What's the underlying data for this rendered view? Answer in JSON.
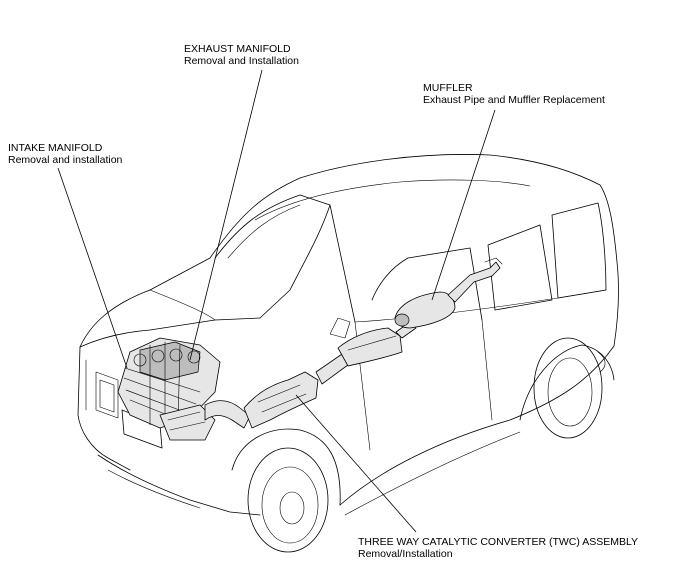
{
  "callouts": {
    "exhaust_manifold": {
      "title": "EXHAUST MANIFOLD",
      "subtitle": "Removal and Installation"
    },
    "muffler": {
      "title": "MUFFLER",
      "subtitle": "Exhaust Pipe and Muffler Replacement"
    },
    "intake_manifold": {
      "title": "INTAKE MANIFOLD",
      "subtitle": "Removal and installation"
    },
    "twc": {
      "title": "THREE WAY CATALYTIC CONVERTER (TWC) ASSEMBLY",
      "subtitle": "Removal/Installation"
    }
  },
  "colors": {
    "line": "#000000",
    "background": "#ffffff",
    "component_fill": "#e6e6e6"
  }
}
